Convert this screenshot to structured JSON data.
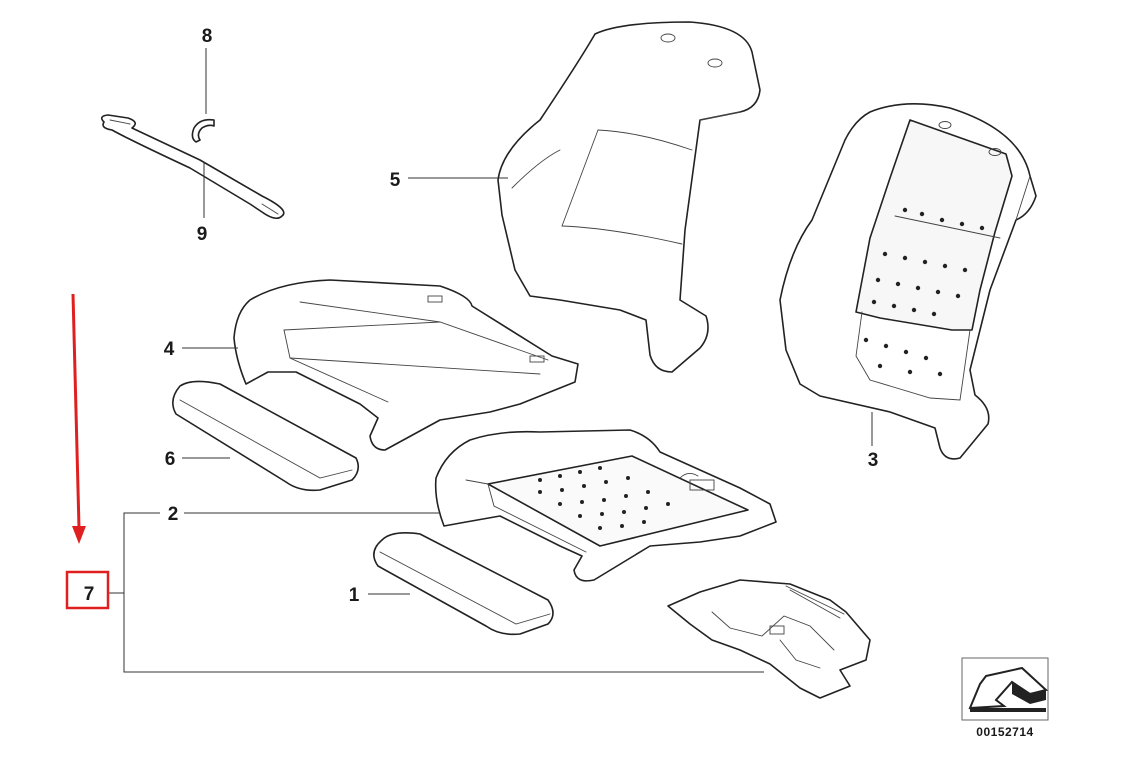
{
  "callouts": {
    "part_1": "1",
    "part_2": "2",
    "part_3": "3",
    "part_4": "4",
    "part_5": "5",
    "part_6": "6",
    "part_7": "7",
    "part_8": "8",
    "part_9": "9"
  },
  "catalog_number": "00152714",
  "highlight_color": "#e02020",
  "line_color": "#222222",
  "icons": {
    "catalog_badge": "arrow-down-left-icon"
  }
}
